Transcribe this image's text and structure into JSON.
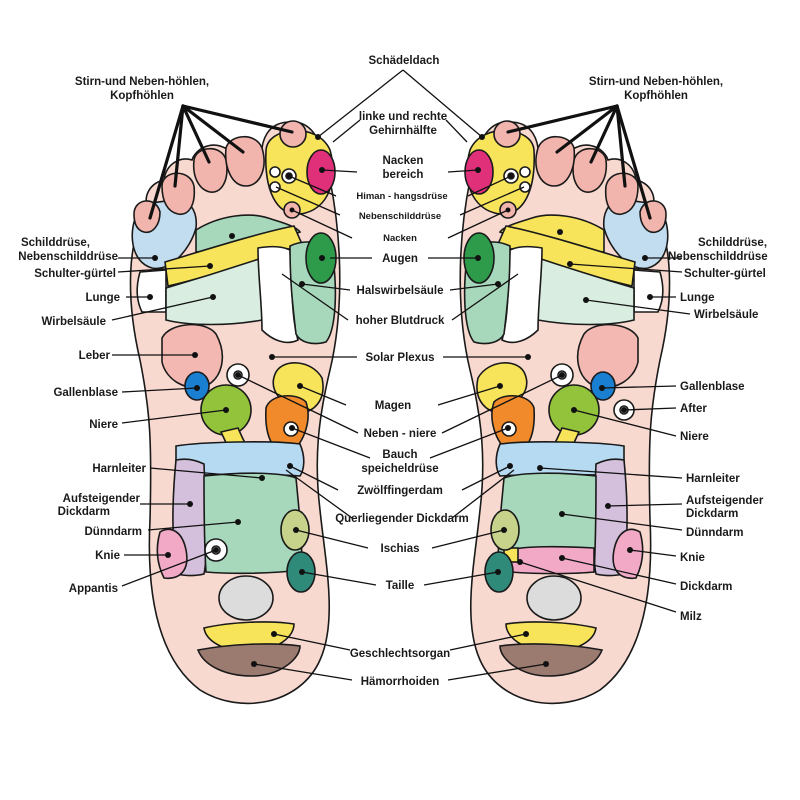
{
  "colors": {
    "skin": "#f8d9cf",
    "toe_pink": "#f2b5ad",
    "sinus_blue": "#c3ddf0",
    "yellow": "#f7e45a",
    "magenta": "#e0307a",
    "green_dark": "#2e9b4b",
    "mint": "#a8d8bc",
    "pale_green": "#d9ede0",
    "liver_pink": "#f3b8b2",
    "blue": "#1a7fd0",
    "lime": "#93c33b",
    "orange": "#f08a2a",
    "sky": "#b7daf3",
    "lavender": "#d4c0dc",
    "pink": "#f1a9c6",
    "khaki": "#c7d28a",
    "teal": "#2f8a79",
    "gray": "#dcdcdc",
    "brown": "#9b7a70",
    "white": "#ffffff"
  },
  "labels": {
    "top": "Schädeldach",
    "sinus_left_1": "Stirn-und Neben-höhlen,",
    "sinus_left_2": "Kopfhöhlen",
    "sinus_right_1": "Stirn-und Neben-höhlen,",
    "sinus_right_2": "Kopfhöhlen",
    "brain_1": "linke und rechte",
    "brain_2": "Gehirnhälfte",
    "neck_area_1": "Nacken",
    "neck_area_2": "bereich",
    "pituitary": "Himan - hangsdrüse",
    "parathyroid": "Nebenschilddrüse",
    "neck": "Nacken",
    "eyes": "Augen",
    "cervical": "Halswirbelsäule",
    "blood_pressure": "hoher Blutdruck",
    "solar_plexus": "Solar Plexus",
    "stomach": "Magen",
    "adrenal": "Neben - niere",
    "pancreas_1": "Bauch",
    "pancreas_2": "speicheldrüse",
    "duodenum": "Zwölffingerdam",
    "transverse_colon": "Querliegender Dickdarm",
    "sciatica": "Ischias",
    "waist": "Taille",
    "genitals": "Geschlechtsorgan",
    "hemorrhoids": "Hämorrhoiden",
    "l_thyroid_1": "Schilddrüse,",
    "l_thyroid_2": "Nebenschilddrüse",
    "l_shoulder": "Schulter-gürtel",
    "l_lung": "Lunge",
    "l_spine": "Wirbelsäule",
    "l_liver": "Leber",
    "l_gallbladder": "Gallenblase",
    "l_kidney": "Niere",
    "l_ureter": "Harnleiter",
    "l_ascending_1": "Aufsteigender",
    "l_ascending_2": "Dickdarm",
    "l_small_int": "Dünndarm",
    "l_knee": "Knie",
    "l_appendix": "Appantis",
    "r_thyroid_1": "Schilddrüse,",
    "r_thyroid_2": "Nebenschilddrüse",
    "r_shoulder": "Schulter-gürtel",
    "r_lung": "Lunge",
    "r_spine": "Wirbelsäule",
    "r_gallbladder": "Gallenblase",
    "r_after": "After",
    "r_kidney": "Niere",
    "r_ureter": "Harnleiter",
    "r_ascending_1": "Aufsteigender",
    "r_ascending_2": "Dickdarm",
    "r_small_int": "Dünndarm",
    "r_knee": "Knie",
    "r_colon": "Dickdarm",
    "r_spleen": "Milz"
  }
}
